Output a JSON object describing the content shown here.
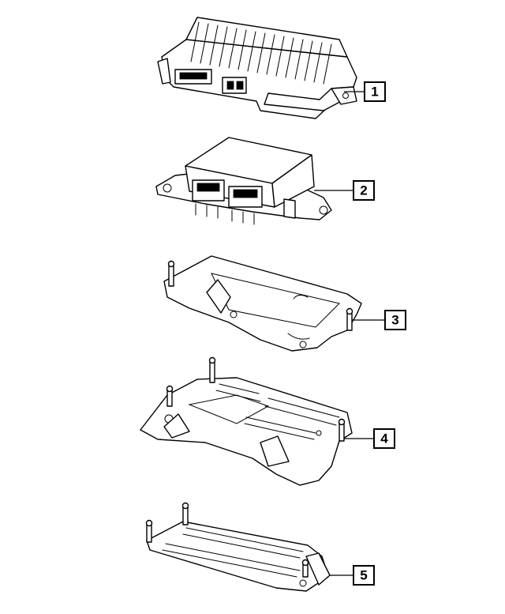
{
  "callouts": [
    {
      "label": "1"
    },
    {
      "label": "2"
    },
    {
      "label": "3"
    },
    {
      "label": "4"
    },
    {
      "label": "5"
    }
  ]
}
